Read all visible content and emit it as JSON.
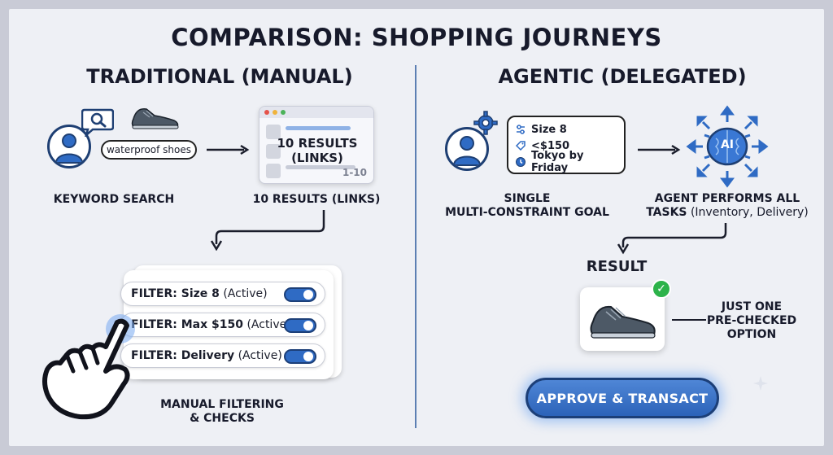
{
  "title": "COMPARISON: SHOPPING JOURNEYS",
  "left": {
    "heading": "TRADITIONAL (MANUAL)",
    "search_query": "waterproof shoes",
    "keyword_caption": "KEYWORD SEARCH",
    "results_card_text": "10 RESULTS (LINKS)",
    "results_page_range": "1-10",
    "results_caption": "10 RESULTS (LINKS)",
    "filters": [
      {
        "label": "FILTER: Size 8",
        "state": "(Active)"
      },
      {
        "label": "FILTER: Max $150",
        "state": "(Active)"
      },
      {
        "label": "FILTER: Delivery",
        "state": "(Active)"
      }
    ],
    "manual_caption_line1": "MANUAL FILTERING",
    "manual_caption_line2": "& CHECKS"
  },
  "right": {
    "heading": "AGENTIC (DELEGATED)",
    "constraints": [
      {
        "icon": "sliders-icon",
        "text": "Size 8"
      },
      {
        "icon": "price-tag-icon",
        "text": "<$150"
      },
      {
        "icon": "clock-icon",
        "text": "Tokyo by Friday"
      }
    ],
    "goal_caption_line1": "SINGLE",
    "goal_caption_line2": "MULTI-CONSTRAINT GOAL",
    "ai_label": "AI",
    "agent_caption_line1": "AGENT PERFORMS ALL",
    "agent_caption_line2_bold": "TASKS",
    "agent_caption_line2_rest": " (Inventory, Delivery)",
    "result_heading": "RESULT",
    "option_caption_line1": "JUST ONE",
    "option_caption_line2": "PRE-CHECKED",
    "option_caption_line3": "OPTION",
    "approve_label": "APPROVE & TRANSACT"
  },
  "colors": {
    "accent": "#2f6bc4",
    "dark_blue": "#1e3f73",
    "check_green": "#2db34a",
    "background": "#eef0f5"
  }
}
